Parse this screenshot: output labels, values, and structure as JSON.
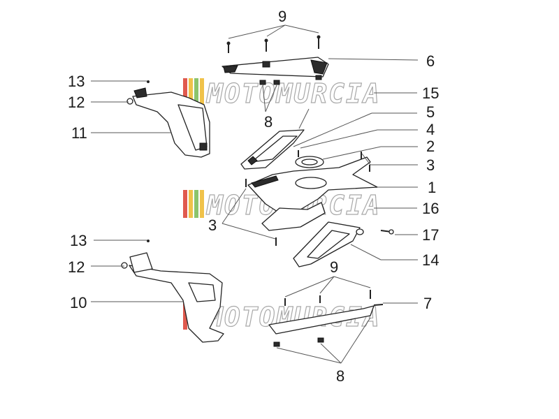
{
  "watermark": {
    "text": "MOTOMURCIA",
    "stripe_colors": [
      "#e05a4e",
      "#f0c24a",
      "#8cc46c",
      "#f0c24a"
    ]
  },
  "callouts": [
    {
      "id": "c9-top",
      "label": "9"
    },
    {
      "id": "c6",
      "label": "6"
    },
    {
      "id": "c13-top",
      "label": "13"
    },
    {
      "id": "c12-top",
      "label": "12"
    },
    {
      "id": "c15",
      "label": "15"
    },
    {
      "id": "c8-top",
      "label": "8"
    },
    {
      "id": "c5",
      "label": "5"
    },
    {
      "id": "c11",
      "label": "11"
    },
    {
      "id": "c4",
      "label": "4"
    },
    {
      "id": "c2",
      "label": "2"
    },
    {
      "id": "c3-right",
      "label": "3"
    },
    {
      "id": "c1",
      "label": "1"
    },
    {
      "id": "c16",
      "label": "16"
    },
    {
      "id": "c3-left",
      "label": "3"
    },
    {
      "id": "c17",
      "label": "17"
    },
    {
      "id": "c13-bottom",
      "label": "13"
    },
    {
      "id": "c14",
      "label": "14"
    },
    {
      "id": "c12-bottom",
      "label": "12"
    },
    {
      "id": "c9-bottom",
      "label": "9"
    },
    {
      "id": "c10",
      "label": "10"
    },
    {
      "id": "c7",
      "label": "7"
    },
    {
      "id": "c8-bottom",
      "label": "8"
    }
  ]
}
